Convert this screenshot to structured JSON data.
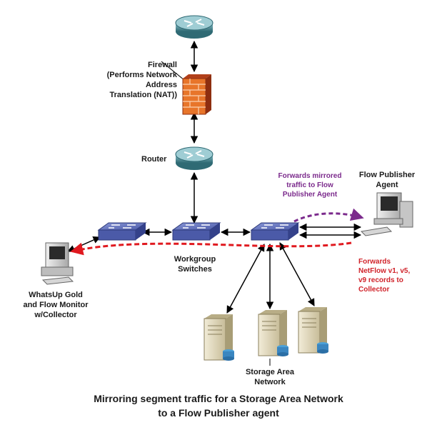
{
  "labels": {
    "firewall": [
      "Firewall",
      "(Performs Network",
      "Address",
      "Translation (NAT))"
    ],
    "router": "Router",
    "workgroup_switches": [
      "Workgroup",
      "Switches"
    ],
    "whatsup": [
      "WhatsUp Gold",
      "and Flow Monitor",
      "w/Collector"
    ],
    "flow_publisher": [
      "Flow Publisher",
      "Agent"
    ],
    "forwards_mirrored": [
      "Forwards mirrored",
      "traffic to Flow",
      "Publisher Agent"
    ],
    "forwards_netflow": [
      "Forwards",
      "NetFlow v1, v5,",
      "v9 records to",
      "Collector"
    ],
    "storage": [
      "Storage Area",
      "Network"
    ]
  },
  "caption": [
    "Mirroring segment traffic for a Storage Area Network",
    "to a Flow Publisher agent"
  ],
  "colors": {
    "mirrored_traffic": "#7b2a8c",
    "netflow_records": "#e0191f",
    "link": "#000000",
    "switch": "#4b5aa8",
    "router": "#3f7f8a",
    "firewall": "#e8752a",
    "server": "#d9cfae",
    "computer": "#c9c9c9"
  },
  "icons": [
    "router-icon",
    "firewall-icon",
    "switch-icon",
    "computer-icon",
    "server-icon"
  ]
}
